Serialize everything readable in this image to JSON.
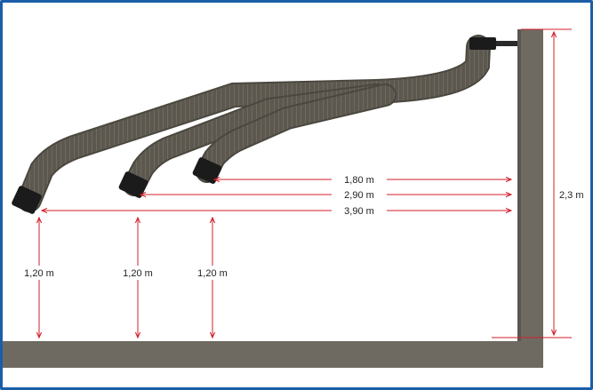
{
  "colors": {
    "frame": "#1a5ea8",
    "wall": "#6e6a61",
    "wall_dark": "#5a5750",
    "hose": "#5e5a50",
    "hose_rib": "#7a766b",
    "nozzle": "#1b1b1b",
    "dimension": "#d21f2a"
  },
  "icons": {
    "hose_nozzles": "nozzle-icon",
    "wall_mount": "wall-mount-icon"
  },
  "dimensions": {
    "horizontal": [
      "1,80 m",
      "2,90 m",
      "3,90 m"
    ],
    "vertical": [
      "1,20 m",
      "1,20 m",
      "1,20 m"
    ],
    "height": "2,3 m"
  }
}
